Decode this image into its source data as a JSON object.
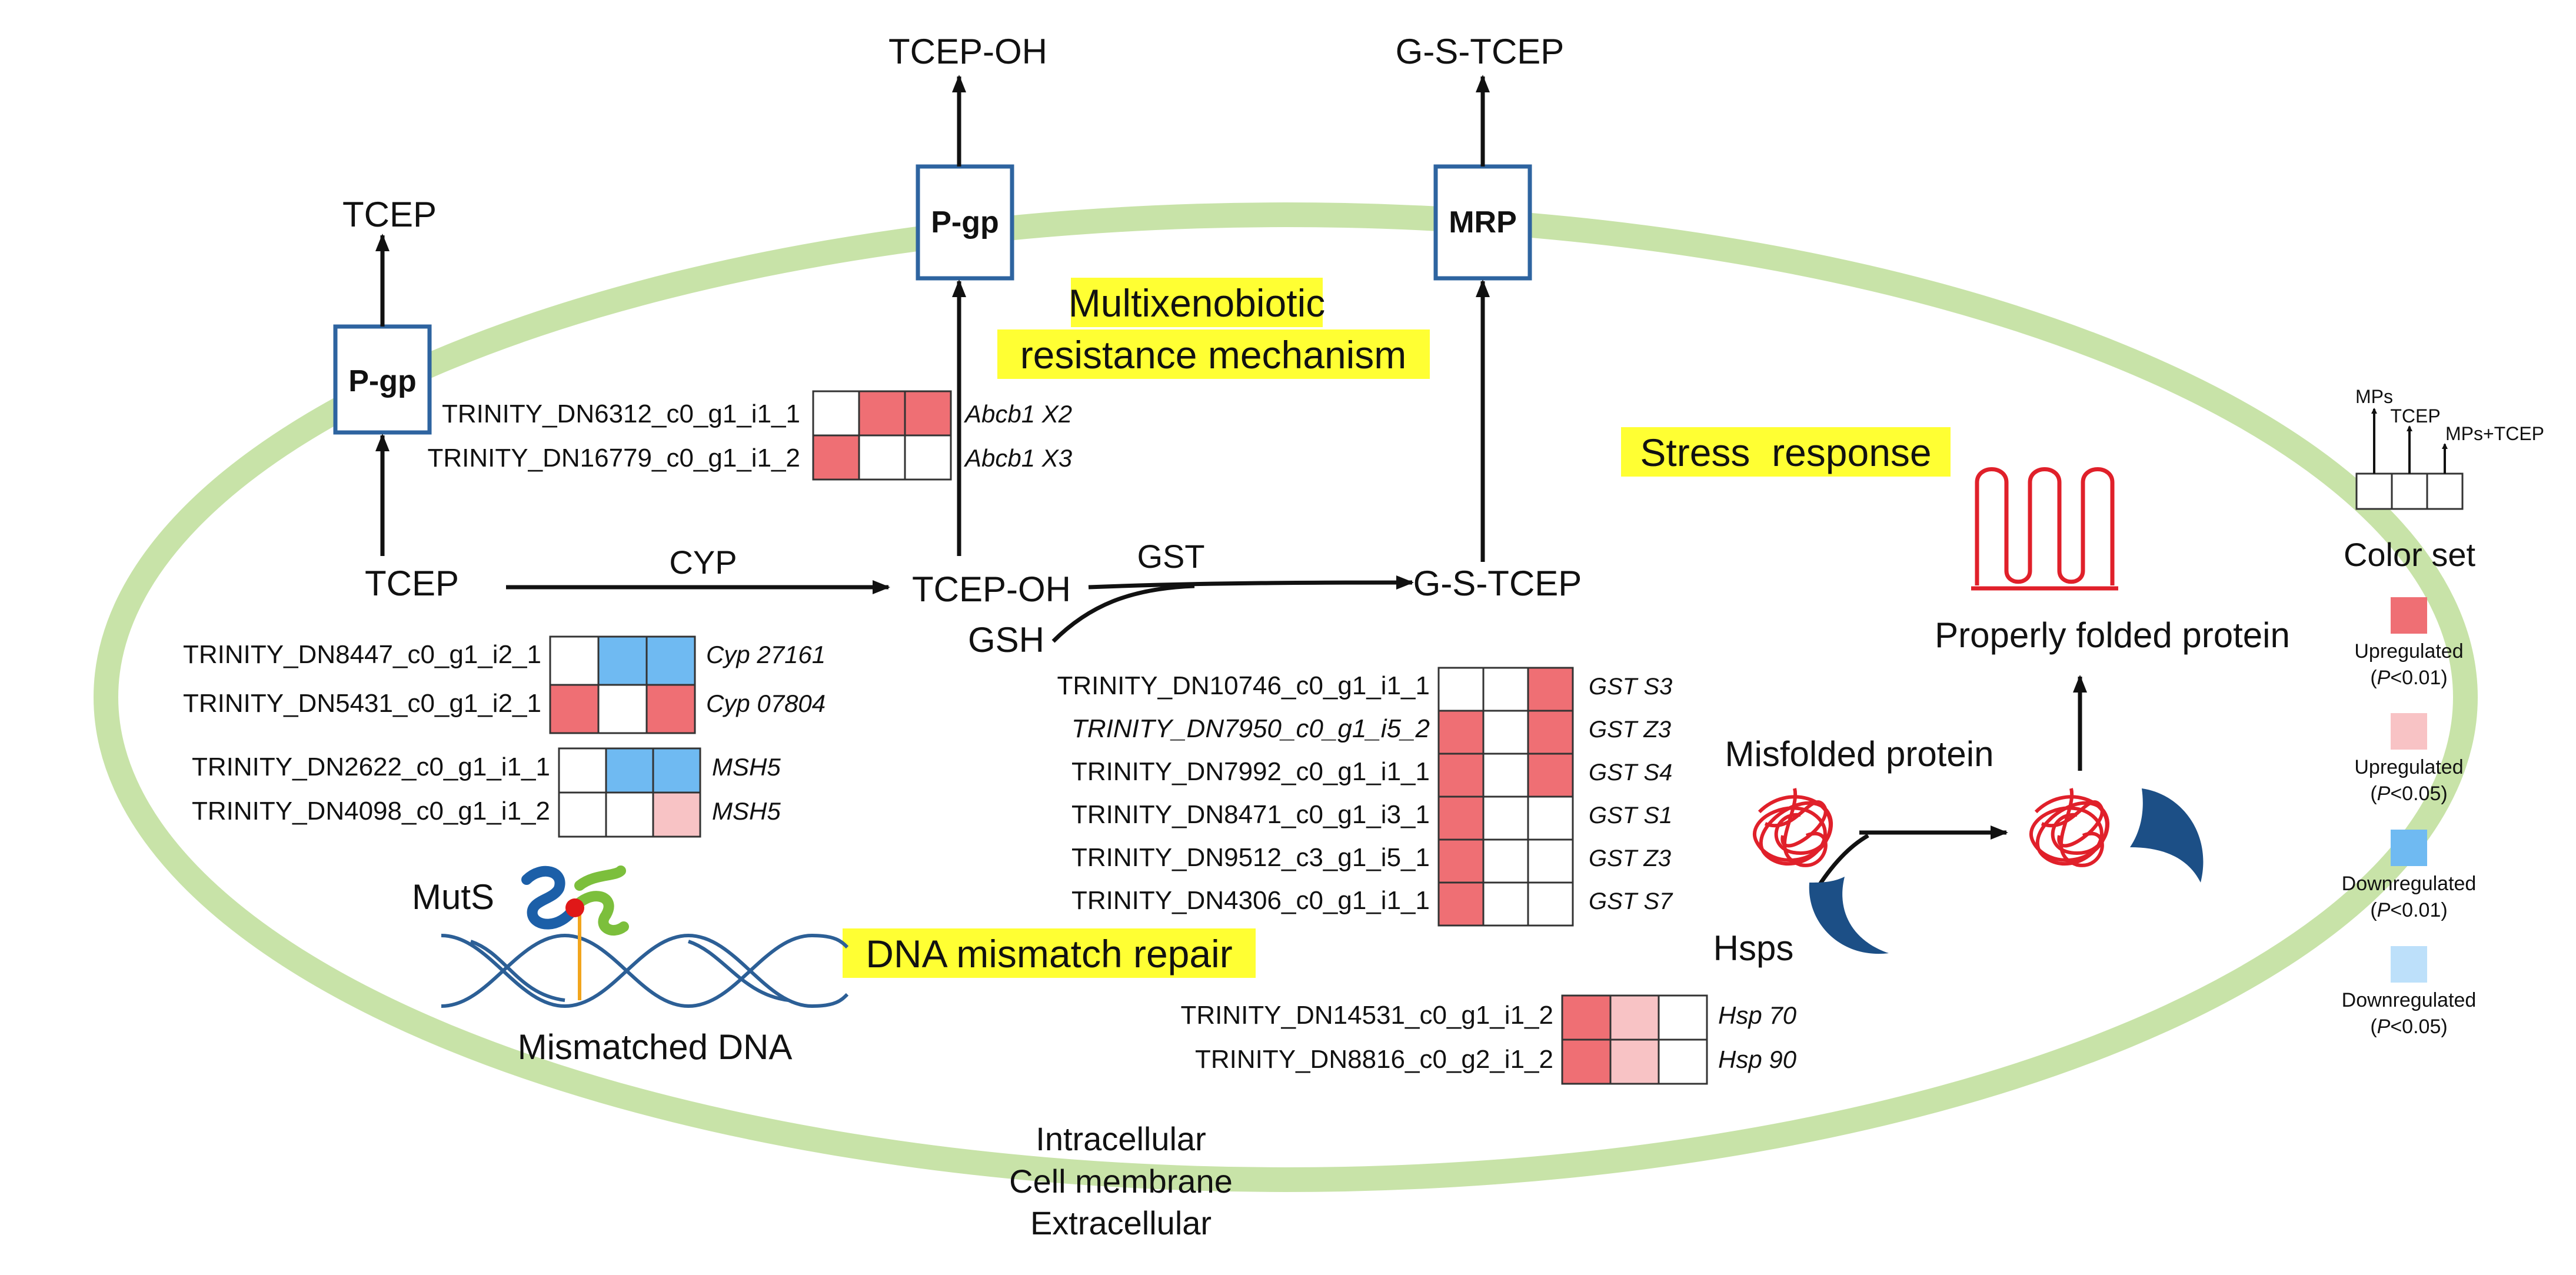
{
  "colors": {
    "membrane": "#c8e3a8",
    "transporter_border": "#2e64a0",
    "highlight": "#ffff33",
    "arrow": "#111111",
    "up_strong": "#ef6f74",
    "up_weak": "#f8c3c5",
    "down_strong": "#6fbaf2",
    "down_weak": "#bde0fa",
    "none": "#ffffff",
    "folded_protein": "#e0202a",
    "hsp": "#1c4f86",
    "dna": "#2c5f96",
    "mismatch_dot": "#e01818",
    "mismatch_line": "#f2a51d",
    "muts_blue": "#1c5fa8",
    "muts_green": "#7cbf3c"
  },
  "transporters": {
    "pgp_left": "P-gp",
    "pgp_mid": "P-gp",
    "mrp": "MRP"
  },
  "labels": {
    "tcep_out": "TCEP",
    "tcep_in": "TCEP",
    "tcep_oh_out": "TCEP-OH",
    "tcep_oh_in": "TCEP-OH",
    "gstcep_out": "G-S-TCEP",
    "gstcep_in": "G-S-TCEP",
    "cyp": "CYP",
    "gst": "GST",
    "gsh": "GSH",
    "muts": "MutS",
    "mismatched_dna": "Mismatched DNA",
    "misfolded": "Misfolded protein",
    "properly_folded": "Properly folded protein",
    "hsps": "Hsps",
    "intracellular": "Intracellular",
    "cell_membrane": "Cell membrane",
    "extracellular": "Extracellular"
  },
  "highlights": {
    "multixeno_line1": "Multixenobiotic",
    "multixeno_line2": "resistance mechanism",
    "stress": "Stress  response",
    "dna_repair": "DNA mismatch repair"
  },
  "heatmaps": {
    "abcb1": [
      {
        "gene": "TRINITY_DN6312_c0_g1_i1_1",
        "abbr": "Abcb1 X2",
        "cells": [
          "none",
          "up_strong",
          "up_strong"
        ]
      },
      {
        "gene": "TRINITY_DN16779_c0_g1_i1_2",
        "abbr": "Abcb1 X3",
        "cells": [
          "up_strong",
          "none",
          "none"
        ]
      }
    ],
    "cyp": [
      {
        "gene": "TRINITY_DN8447_c0_g1_i2_1",
        "abbr": "Cyp 27161",
        "cells": [
          "none",
          "down_strong",
          "down_strong"
        ]
      },
      {
        "gene": "TRINITY_DN5431_c0_g1_i2_1",
        "abbr": "Cyp 07804",
        "cells": [
          "up_strong",
          "none",
          "up_strong"
        ]
      }
    ],
    "msh": [
      {
        "gene": "TRINITY_DN2622_c0_g1_i1_1",
        "abbr": "MSH5",
        "cells": [
          "none",
          "down_strong",
          "down_strong"
        ]
      },
      {
        "gene": "TRINITY_DN4098_c0_g1_i1_2",
        "abbr": "MSH5",
        "cells": [
          "none",
          "none",
          "up_weak"
        ]
      }
    ],
    "gst": [
      {
        "gene": "TRINITY_DN10746_c0_g1_i1_1",
        "abbr": "GST S3",
        "cells": [
          "none",
          "none",
          "up_strong"
        ]
      },
      {
        "gene": "TRINITY_DN7950_c0_g1_i5_2",
        "abbr": "GST Z3",
        "cells": [
          "up_strong",
          "none",
          "up_strong"
        ]
      },
      {
        "gene": "TRINITY_DN7992_c0_g1_i1_1",
        "abbr": "GST S4",
        "cells": [
          "up_strong",
          "none",
          "up_strong"
        ]
      },
      {
        "gene": "TRINITY_DN8471_c0_g1_i3_1",
        "abbr": "GST S1",
        "cells": [
          "up_strong",
          "none",
          "none"
        ]
      },
      {
        "gene": "TRINITY_DN9512_c3_g1_i5_1",
        "abbr": "GST Z3",
        "cells": [
          "up_strong",
          "none",
          "none"
        ]
      },
      {
        "gene": "TRINITY_DN4306_c0_g1_i1_1",
        "abbr": "GST S7",
        "cells": [
          "up_strong",
          "none",
          "none"
        ]
      }
    ],
    "hsp": [
      {
        "gene": "TRINITY_DN14531_c0_g1_i1_2",
        "abbr": "Hsp 70",
        "cells": [
          "up_strong",
          "up_weak",
          "none"
        ]
      },
      {
        "gene": "TRINITY_DN8816_c0_g2_i1_2",
        "abbr": "Hsp 90",
        "cells": [
          "up_strong",
          "up_weak",
          "none"
        ]
      }
    ]
  },
  "legend": {
    "col1": "MPs",
    "col2": "TCEP",
    "col3": "MPs+TCEP",
    "title": "Color set",
    "items": [
      {
        "key": "up_strong",
        "label": "Upregulated",
        "p_symbol": "P",
        "p_value": "<0.01"
      },
      {
        "key": "up_weak",
        "label": "Upregulated",
        "p_symbol": "P",
        "p_value": "<0.05"
      },
      {
        "key": "down_strong",
        "label": "Downregulated",
        "p_symbol": "P",
        "p_value": "<0.01"
      },
      {
        "key": "down_weak",
        "label": "Downregulated",
        "p_symbol": "P",
        "p_value": "<0.05"
      }
    ]
  }
}
